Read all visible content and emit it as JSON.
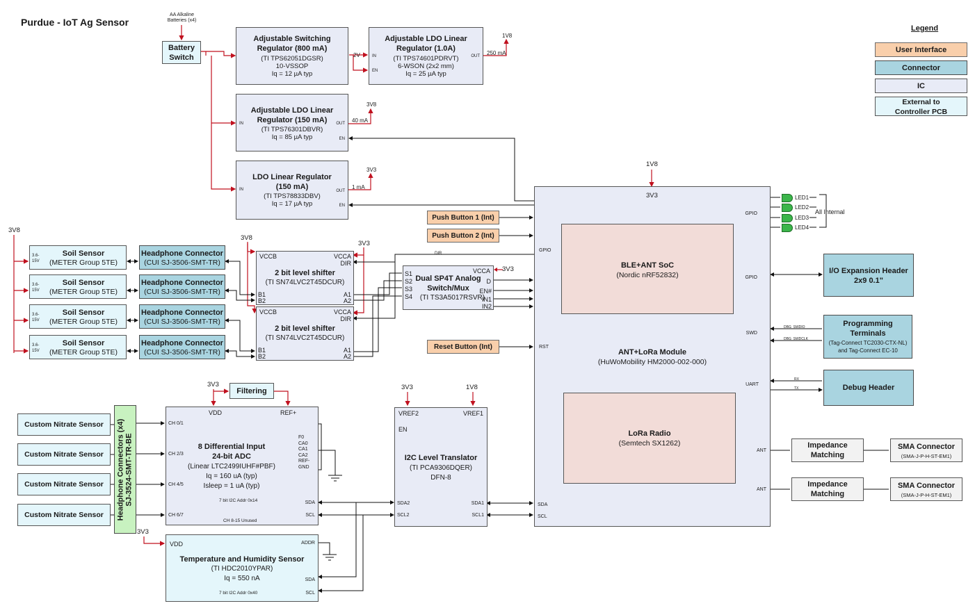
{
  "title": "Purdue - IoT Ag Sensor",
  "legend": {
    "heading": "Legend",
    "user_interface": "User Interface",
    "connector": "Connector",
    "ic": "IC",
    "external": "External to Controller PCB"
  },
  "batteries": "AA Alkaline Batteries (x4)",
  "battery_switch": "Battery Switch",
  "regulators": {
    "switching": {
      "title": "Adjustable Switching Regulator (800 mA)",
      "part": "(TI TPS62051DGSR)",
      "pkg": "10-VSSOP",
      "iq": "Iq = 12 µA typ"
    },
    "ldo1v8": {
      "title": "Adjustable LDO Linear Regulator (1.0A)",
      "part": "(TI TPS74601PDRVT)",
      "pkg": "6-WSON (2x2 mm)",
      "iq": "Iq = 25 µA typ"
    },
    "ldo3v8": {
      "title": "Adjustable LDO Linear Regulator (150 mA)",
      "part": "(TI TPS76301DBVR)",
      "iq": "Iq = 85 µA typ"
    },
    "ldo3v3": {
      "title": "LDO Linear Regulator (150 mA)",
      "part": "(TI TPS78833DBV)",
      "iq": "Iq = 17 µA typ"
    }
  },
  "rails": {
    "v1v8": "1V8",
    "v3v8": "3V8",
    "v3v3": "3V3",
    "v2": "2V",
    "i250": "250 mA",
    "i40": "40 mA",
    "i1": "1 mA"
  },
  "pins": {
    "in": "IN",
    "en": "EN",
    "out": "OUT",
    "gpio": "GPIO",
    "rst": "RST",
    "swd": "SWD",
    "uart": "UART",
    "ant": "ANT",
    "sda": "SDA",
    "scl": "SCL",
    "addr": "ADDR",
    "vdd": "VDD",
    "refp": "REF+",
    "vref1": "VREF1",
    "vref2": "VREF2",
    "sda1": "SDA1",
    "scl1": "SCL1",
    "sda2": "SDA2",
    "scl2": "SCL2",
    "vccb": "VCCB",
    "vcca": "VCCA",
    "dir": "DIR",
    "a1": "A1",
    "a2": "A2",
    "b1": "B1",
    "b2": "B2",
    "s1": "S1",
    "s2": "S2",
    "s3": "S3",
    "s4": "S4",
    "d": "D",
    "enn": "EN#",
    "in1": "IN1",
    "in2": "IN2",
    "dir_small": "DIR",
    "dbg_swdio": "DBG_SWDIO",
    "dbg_swdclk": "DBG_SWDCLK",
    "tx": "TX",
    "rx": "RX"
  },
  "soil_sensor": {
    "title": "Soil Sensor",
    "part": "(METER Group 5TE)",
    "range": "3.6-15V"
  },
  "headphone": {
    "title": "Headphone Connector",
    "part": "(CUI SJ-3506-SMT-TR)"
  },
  "level_shifter": {
    "title": "2 bit level shifter",
    "part": "(TI SN74LVC2T45DCUR)"
  },
  "mux": {
    "title": "Dual SP4T Analog Switch/Mux",
    "part": "(TI TS3A5017RSVR)"
  },
  "push1": "Push Button 1 (Int)",
  "push2": "Push Button 2 (Int)",
  "reset": "Reset Button (Int)",
  "module": {
    "title": "ANT+LoRa Module",
    "part": "(HuWoMobility HM2000-002-000)",
    "vcc": "3V3",
    "supply": "1V8"
  },
  "soc": {
    "title": "BLE+ANT SoC",
    "part": "(Nordic nRF52832)"
  },
  "lora": {
    "title": "LoRa Radio",
    "part": "(Semtech SX1262)"
  },
  "leds": [
    "LED1",
    "LED2",
    "LED3",
    "LED4"
  ],
  "all_internal": "All Internal",
  "io_header": {
    "title": "I/O Expansion Header",
    "sub": "2x9 0.1\""
  },
  "prog": {
    "title": "Programming Terminals",
    "part": "(Tag-Connect TC2030-CTX-NL)",
    "part2": "and Tag-Connect EC-10"
  },
  "debug": "Debug Header",
  "impedance": "Impedance Matching",
  "sma": {
    "title": "SMA Connector",
    "part": "(SMA-J-P-H-ST-EM1)"
  },
  "nitrate": "Custom Nitrate Sensor",
  "hp4": {
    "title": "Headphone Connectors (x4)",
    "part": "SJ-3524-SMT-TR-BE"
  },
  "filtering": "Filtering",
  "adc": {
    "title": "8 Differential Input",
    "title2": "24-bit ADC",
    "part": "(Linear LTC2499IUHF#PBF)",
    "iq": "Iq = 160 uA (typ)",
    "isleep": "Isleep = 1 uA (typ)",
    "addr": "7 bit I2C Addr 0x14",
    "unused": "CH 8-15 Unused",
    "ch": [
      "CH 0/1",
      "CH 2/3",
      "CH 4/5",
      "CH 6/7"
    ],
    "cfg": [
      "F0",
      "CA0",
      "CA1",
      "CA2",
      "REF-",
      "GND"
    ]
  },
  "i2c": {
    "title": "I2C Level Translator",
    "part": "(TI PCA9306DQER)",
    "pkg": "DFN-8"
  },
  "temp": {
    "title": "Temperature and Humidity Sensor",
    "part": "(TI HDC2010YPAR)",
    "iq": "Iq = 550 nA",
    "addr": "7 bit I2C Addr 0x40"
  },
  "colors": {
    "ic": "#e8ebf6",
    "ui": "#f9cfab",
    "conn": "#a9d4e0",
    "ext": "#e4f6fb",
    "power_wire": "#c0111f",
    "signal_wire": "#111111"
  }
}
